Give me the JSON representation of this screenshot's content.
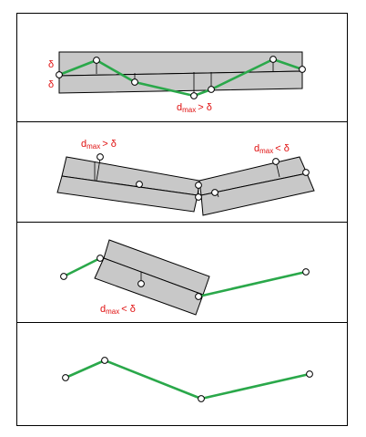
{
  "panels": [
    {
      "id": "panel-1",
      "labels": {
        "delta_top": "δ",
        "delta_bottom": "δ",
        "dmax_d": "d",
        "dmax_sub": "max",
        "dmax_rel": "> δ"
      }
    },
    {
      "id": "panel-2",
      "labels": {
        "left_d": "d",
        "left_sub": "max",
        "left_rel": "> δ",
        "right_d": "d",
        "right_sub": "max",
        "right_rel": "< δ"
      }
    },
    {
      "id": "panel-3",
      "labels": {
        "d": "d",
        "sub": "max",
        "rel": "< δ"
      }
    },
    {
      "id": "panel-4",
      "labels": {}
    }
  ],
  "colors": {
    "polyline": "#2aa84a",
    "label": "#e01010",
    "shape_fill": "#c8c8c8",
    "stroke": "#000000"
  }
}
